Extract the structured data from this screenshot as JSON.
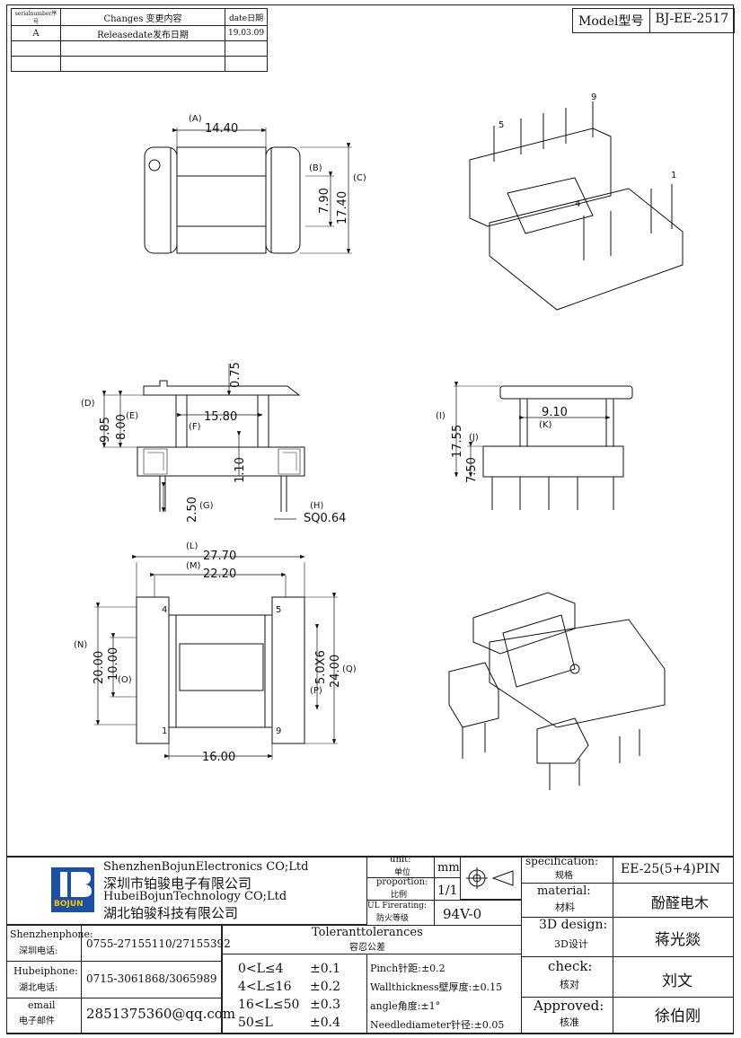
{
  "revision_table": {
    "headers": [
      "serialnumber序号",
      "Changes 变更内容",
      "date日期"
    ],
    "rows": [
      [
        "A",
        "Releasedate发布日期",
        "19.03.09"
      ],
      [
        "",
        "",
        ""
      ],
      [
        "",
        "",
        ""
      ]
    ]
  },
  "model": {
    "label": "Model型号",
    "value": "BJ-EE-2517"
  },
  "top_view": {
    "A": "(A)",
    "dA": "14.40",
    "B": "(B)",
    "dB": "7.90",
    "C": "(C)",
    "dC": "17.40"
  },
  "front_view": {
    "d075": "0.75",
    "D": "(D)",
    "dD": "9.85",
    "E": "(E)",
    "dE": "8.00",
    "F": "(F)",
    "dF": "15.80",
    "d110": "1.10",
    "G": "(G)",
    "dG": "2.50",
    "H": "(H)",
    "dH": "SQ0.64"
  },
  "side_view": {
    "I": "(I)",
    "dI": "17.55",
    "J": "(J)",
    "dJ": "7.50",
    "K": "(K)",
    "dK": "9.10"
  },
  "bottom_view": {
    "L": "(L)",
    "dL": "27.70",
    "M": "(M)",
    "dM": "22.20",
    "N": "(N)",
    "dN": "20.00",
    "O": "(O)",
    "dO": "10.00",
    "P": "(P)",
    "dP": "5.0X6",
    "Q": "(Q)",
    "dQ": "24.00",
    "d16": "16.00",
    "pin4": "4",
    "pin1": "1",
    "pin5": "5",
    "pin9": "9"
  },
  "iso_pins": {
    "p5": "5",
    "p9": "9",
    "p1": "1",
    "p4": "4"
  },
  "company": {
    "logo_text": "BOJUN",
    "line1": "ShenzhenBojunElectronics CO;Ltd",
    "line2": "深圳市铂骏电子有限公司",
    "line3": "HubeiBojunTechnology CO;Ltd",
    "line4": "湖北铂骏科技有限公司"
  },
  "units": {
    "unit_label": "unit:",
    "unit_cn": "单位",
    "unit_value": "mm",
    "proportion_label": "proportion:",
    "proportion_cn": "比例",
    "proportion_value": "1/1",
    "ul_label": "UL Firerating:",
    "ul_cn": "防火等级",
    "ul_value": "94V-0"
  },
  "contacts": {
    "sz_label": "Shenzhenphone:",
    "sz_cn": "深圳电话:",
    "sz_value": "0755-27155110/27155392",
    "hb_label": "Hubeiphone:",
    "hb_cn": "湖北电话:",
    "hb_value": "0715-3061868/3065989",
    "email_label": "email",
    "email_cn": "电子邮件",
    "email_value": "2851375360@qq.com"
  },
  "tolerances": {
    "title": "Toleranttolerances",
    "title_cn": "容忍公差",
    "rows": [
      [
        "0<L≤4",
        "±0.1"
      ],
      [
        "4<L≤16",
        "±0.2"
      ],
      [
        "16<L≤50",
        "±0.3"
      ],
      [
        "50≤L",
        "±0.4"
      ]
    ],
    "notes": [
      "Pinch针距:±0.2",
      "Wallthickness壁厚度:±0.15",
      "angle角度:±1°",
      "Needlediameter针径:±0.05"
    ]
  },
  "spec": {
    "spec_label": "specification:",
    "spec_cn": "规格",
    "spec_value": "EE-25(5+4)PIN",
    "mat_label": "material:",
    "mat_cn": "材料",
    "mat_value": "酚醛电木",
    "design_label": "3D design:",
    "design_cn": "3D设计",
    "design_value": "蒋光燚",
    "check_label": "check:",
    "check_cn": "核对",
    "check_value": "刘文",
    "approved_label": "Approved:",
    "approved_cn": "核准",
    "approved_value": "徐伯刚"
  }
}
